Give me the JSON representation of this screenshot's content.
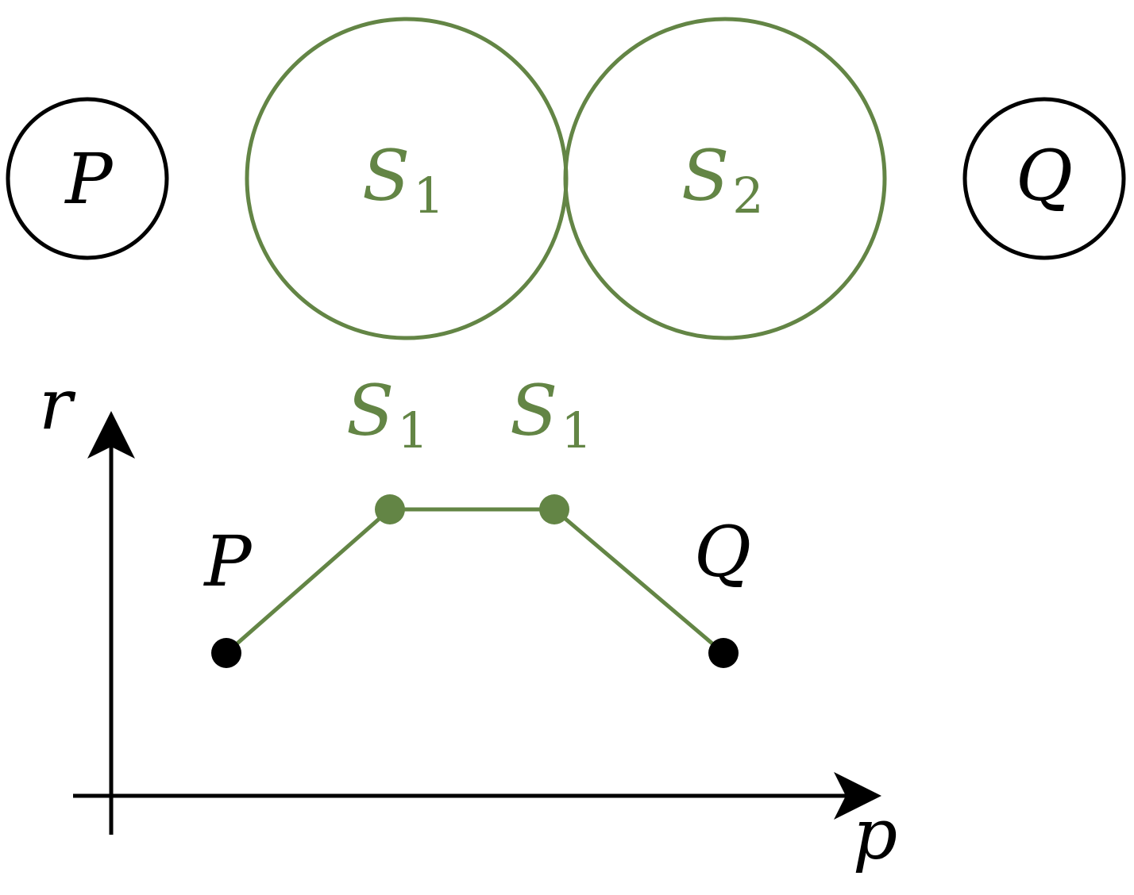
{
  "colors": {
    "ink": "#000000",
    "accent": "#638545"
  },
  "top_row": {
    "p_label": "P",
    "s1_main": "S",
    "s1_sub": "1",
    "s2_main": "S",
    "s2_sub": "2",
    "q_label": "Q"
  },
  "plot": {
    "y_axis_label": "r",
    "x_axis_label": "p",
    "left_point_label": "P",
    "right_point_label": "Q",
    "mid_left_main": "S",
    "mid_left_sub": "1",
    "mid_right_main": "S",
    "mid_right_sub": "1"
  }
}
